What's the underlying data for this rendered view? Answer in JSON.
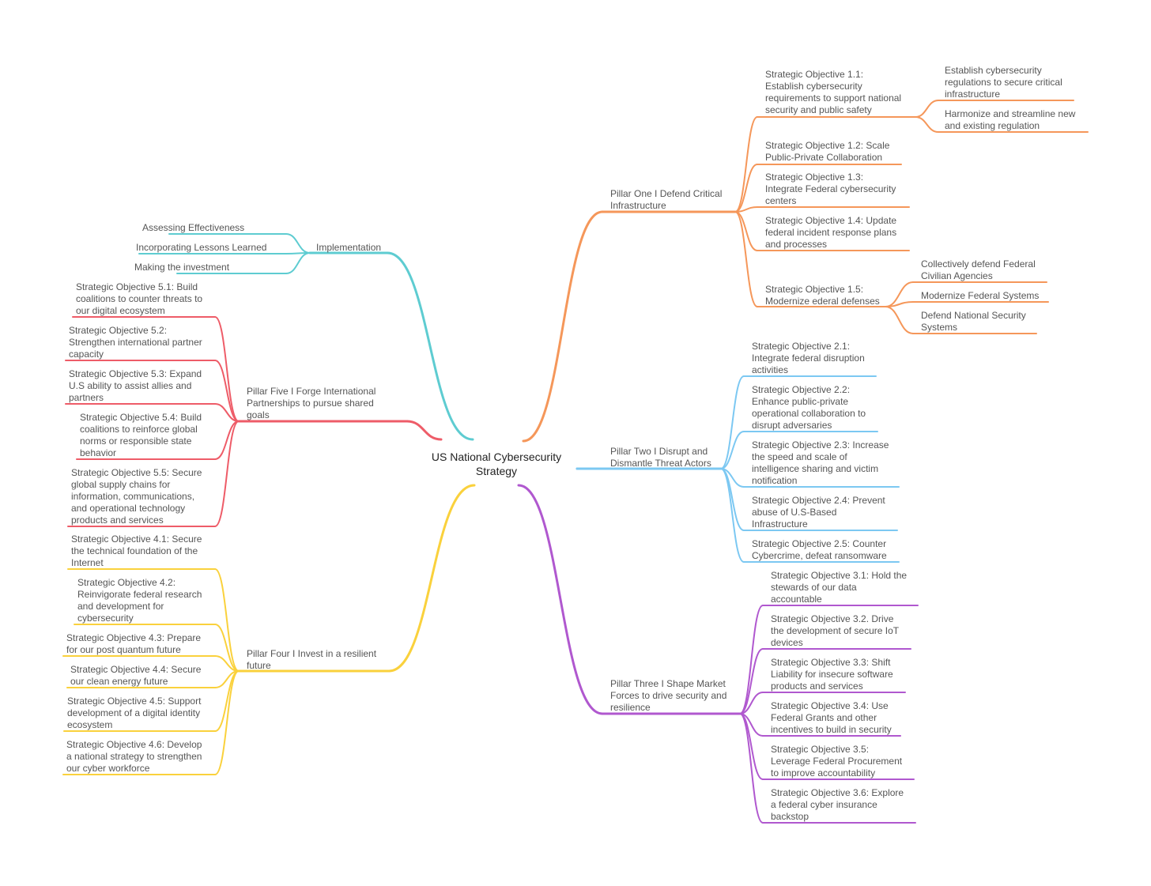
{
  "root": {
    "title": "US National Cybersecurity\nStrategy"
  },
  "colors": {
    "pillar_one": "#F5975A",
    "pillar_two": "#7CC8F2",
    "pillar_three": "#B058CF",
    "pillar_four": "#FAD13C",
    "pillar_five": "#EE5C68",
    "implementation": "#5ECCD1"
  },
  "branches": {
    "pillar_one": {
      "label": "Pillar One I Defend Critical\nInfrastructure",
      "objectives": [
        {
          "label": "Strategic Objective 1.1:\nEstablish cybersecurity\nrequirements to support national\nsecurity and public safety",
          "children": [
            {
              "label": "Establish cybersecurity\nregulations to secure critical\ninfrastructure"
            },
            {
              "label": "Harmonize and streamline new\nand existing regulation"
            }
          ]
        },
        {
          "label": "Strategic Objective 1.2: Scale\nPublic-Private Collaboration"
        },
        {
          "label": "Strategic Objective 1.3:\nIntegrate Federal cybersecurity\ncenters"
        },
        {
          "label": "Strategic Objective 1.4: Update\nfederal incident response plans\nand processes"
        },
        {
          "label": "Strategic Objective 1.5:\nModernize ederal defenses",
          "children": [
            {
              "label": "Collectively defend Federal\nCivilian Agencies"
            },
            {
              "label": "Modernize Federal Systems"
            },
            {
              "label": "Defend National Security\nSystems"
            }
          ]
        }
      ]
    },
    "pillar_two": {
      "label": "Pillar Two I Disrupt and\nDismantle Threat Actors",
      "objectives": [
        {
          "label": "Strategic Objective 2.1:\nIntegrate federal disruption\nactivities"
        },
        {
          "label": "Strategic Objective 2.2:\nEnhance public-private\noperational collaboration to\ndisrupt adversaries"
        },
        {
          "label": "Strategic Objective 2.3: Increase\nthe speed and scale of\nintelligence sharing and victim\nnotification"
        },
        {
          "label": "Strategic Objective 2.4: Prevent\nabuse of U.S-Based\nInfrastructure"
        },
        {
          "label": "Strategic Objective 2.5: Counter\nCybercrime, defeat ransomware"
        }
      ]
    },
    "pillar_three": {
      "label": "Pillar Three I Shape Market\nForces to drive security and\nresilience",
      "objectives": [
        {
          "label": "Strategic Objective 3.1: Hold the\nstewards of our data\naccountable"
        },
        {
          "label": "Strategic Objective 3.2. Drive\nthe development of secure IoT\ndevices"
        },
        {
          "label": "Strategic Objective 3.3: Shift\nLiability for insecure software\nproducts and services"
        },
        {
          "label": "Strategic Objective 3.4: Use\nFederal Grants and other\nincentives to build in security"
        },
        {
          "label": "Strategic Objective 3.5:\nLeverage Federal Procurement\nto improve accountability"
        },
        {
          "label": "Strategic Objective 3.6: Explore\na federal cyber insurance\nbackstop"
        }
      ]
    },
    "pillar_four": {
      "label": "Pillar Four I Invest in a resilient\nfuture",
      "objectives": [
        {
          "label": "Strategic Objective 4.1: Secure\nthe technical foundation of the\nInternet"
        },
        {
          "label": "Strategic Objective 4.2:\nReinvigorate federal research\nand development for\ncybersecurity"
        },
        {
          "label": "Strategic Objective 4.3: Prepare\nfor our post quantum future"
        },
        {
          "label": "Strategic Objective 4.4: Secure\nour clean energy future"
        },
        {
          "label": "Strategic Objective 4.5: Support\ndevelopment of a digital identity\necosystem"
        },
        {
          "label": "Strategic Objective 4.6: Develop\na national strategy to strengthen\nour cyber workforce"
        }
      ]
    },
    "pillar_five": {
      "label": "Pillar Five I Forge International\nPartnerships to pursue shared\ngoals",
      "objectives": [
        {
          "label": "Strategic Objective 5.1: Build\ncoalitions to counter threats to\nour digital ecosystem"
        },
        {
          "label": "Strategic Objective 5.2:\nStrengthen international partner\ncapacity"
        },
        {
          "label": "Strategic Objective 5.3: Expand\nU.S ability to assist allies and\npartners"
        },
        {
          "label": "Strategic Objective 5.4: Build\ncoalitions to reinforce global\nnorms or responsible state\nbehavior"
        },
        {
          "label": "Strategic Objective 5.5: Secure\nglobal supply chains for\ninformation, communications,\nand operational technology\nproducts and services"
        }
      ]
    },
    "implementation": {
      "label": "Implementation",
      "objectives": [
        {
          "label": "Assessing Effectiveness"
        },
        {
          "label": "Incorporating Lessons Learned"
        },
        {
          "label": "Making the investment"
        }
      ]
    }
  }
}
